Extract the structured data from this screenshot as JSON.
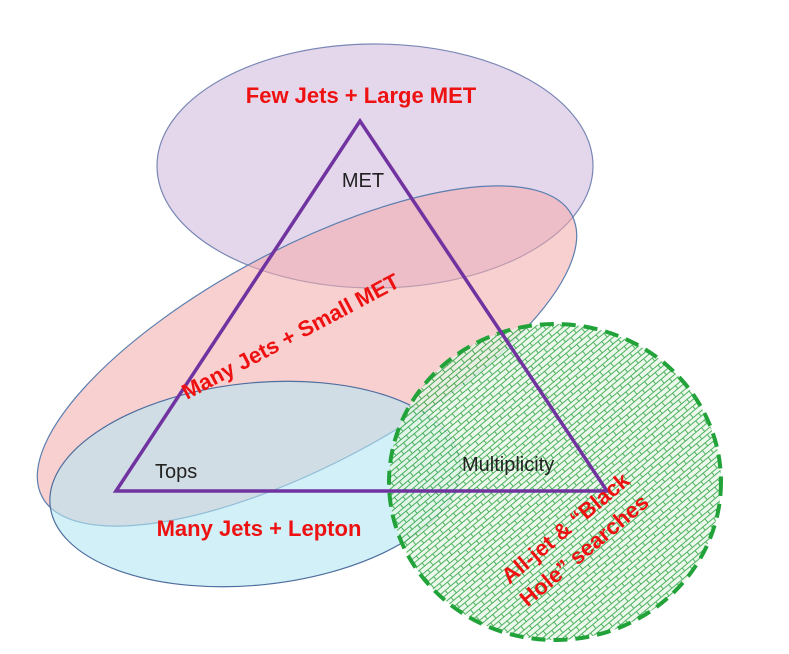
{
  "regions": {
    "few_jets": {
      "label": "Few Jets + Large MET",
      "fill": "#d9c7e3",
      "stroke": "#7a87b5"
    },
    "small_met": {
      "label": "Many Jets + Small MET",
      "fill": "#f4a9a9",
      "stroke": "#5b7fb0"
    },
    "lepton": {
      "label": "Many Jets + Lepton",
      "fill": "#b4e6f2",
      "stroke": "#4d6e9e"
    },
    "all_jet": {
      "line1": "All-jet & “Black",
      "line2": "Hole” searches",
      "fill": "#e6f6e6",
      "stroke": "#22a33a"
    }
  },
  "vertices": {
    "met": "MET",
    "tops": "Tops",
    "multiplicity": "Multiplicity"
  },
  "colors": {
    "triangle": "#7033a0",
    "label_red": "#ee1111"
  }
}
